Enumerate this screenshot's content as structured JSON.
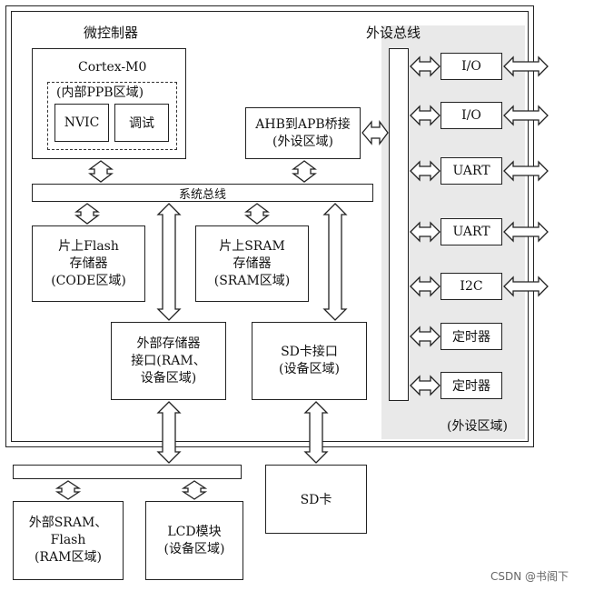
{
  "mcu": {
    "title": "微控制器",
    "cortex_title": "Cortex-M0",
    "ppb_label": "(内部PPB区域)",
    "nvic": "NVIC",
    "debug": "调试",
    "system_bus": "系统总线",
    "flash": [
      "片上Flash",
      "存储器",
      "(CODE区域)"
    ],
    "sram": [
      "片上SRAM",
      "存储器",
      "(SRAM区域)"
    ],
    "ahb_apb": [
      "AHB到APB桥接",
      "(外设区域)"
    ],
    "ext_mem_if": [
      "外部存储器",
      "接口(RAM、",
      "设备区域)"
    ],
    "sd_if": [
      "SD卡接口",
      "(设备区域)"
    ]
  },
  "peripheral": {
    "bus_title": "外设总线",
    "region_label": "(外设区域)",
    "devices": [
      "I/O",
      "I/O",
      "UART",
      "UART",
      "I2C",
      "定时器",
      "定时器"
    ]
  },
  "external": {
    "ext_sram": [
      "外部SRAM、",
      "Flash",
      "(RAM区域)"
    ],
    "lcd": [
      "LCD模块",
      "(设备区域)"
    ],
    "sd_card": "SD卡"
  },
  "watermark": "CSDN @书阁下"
}
